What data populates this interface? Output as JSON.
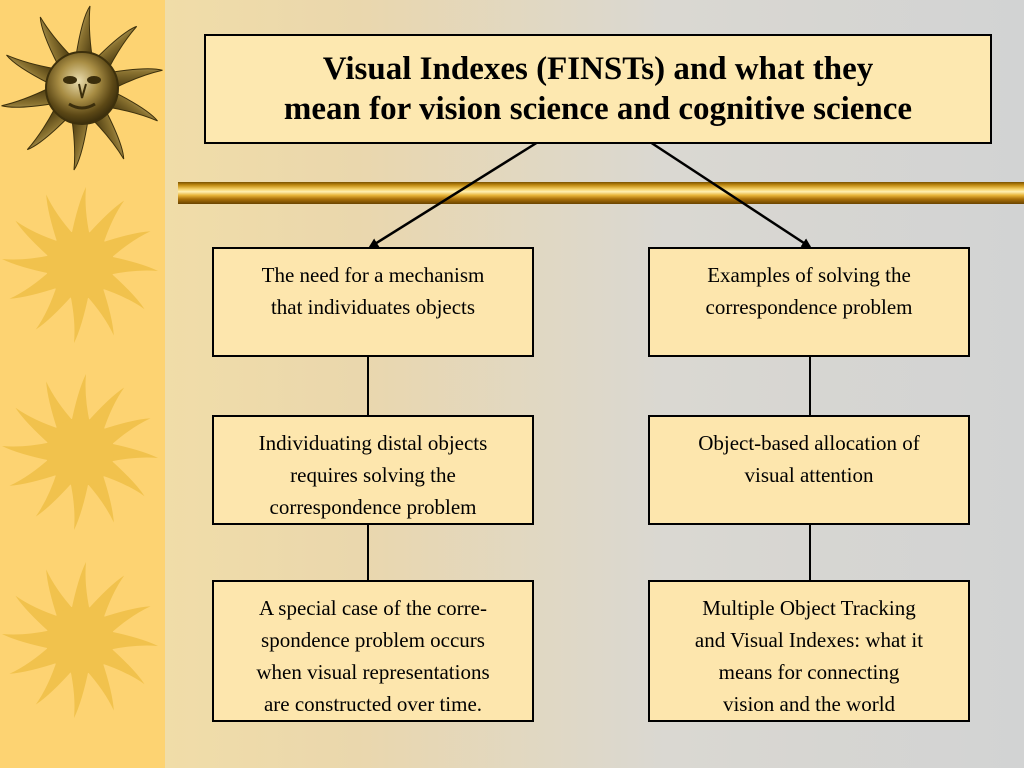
{
  "title": "Visual Indexes (FINSTs) and what they\nmean for vision science and cognitive science",
  "left_column": [
    {
      "text": "The need for a mechanism\nthat individuates objects"
    },
    {
      "text": "Individuating distal objects\nrequires solving the\ncorrespondence problem"
    },
    {
      "text": "A special case of the corre-\nspondence problem occurs\nwhen visual representations\nare constructed over time."
    }
  ],
  "right_column": [
    {
      "text": "Examples of solving the\ncorrespondence problem"
    },
    {
      "text": "Object-based allocation  of\nvisual attention"
    },
    {
      "text": "Multiple Object Tracking\nand Visual Indexes: what it\nmeans for connecting\nvision and the world"
    }
  ],
  "colors": {
    "sun_strip": "#fdd372",
    "sun": "#f1c24d",
    "box_fill": "#fde6ad",
    "border": "#000000",
    "gold_bar": "#e8b53a"
  }
}
